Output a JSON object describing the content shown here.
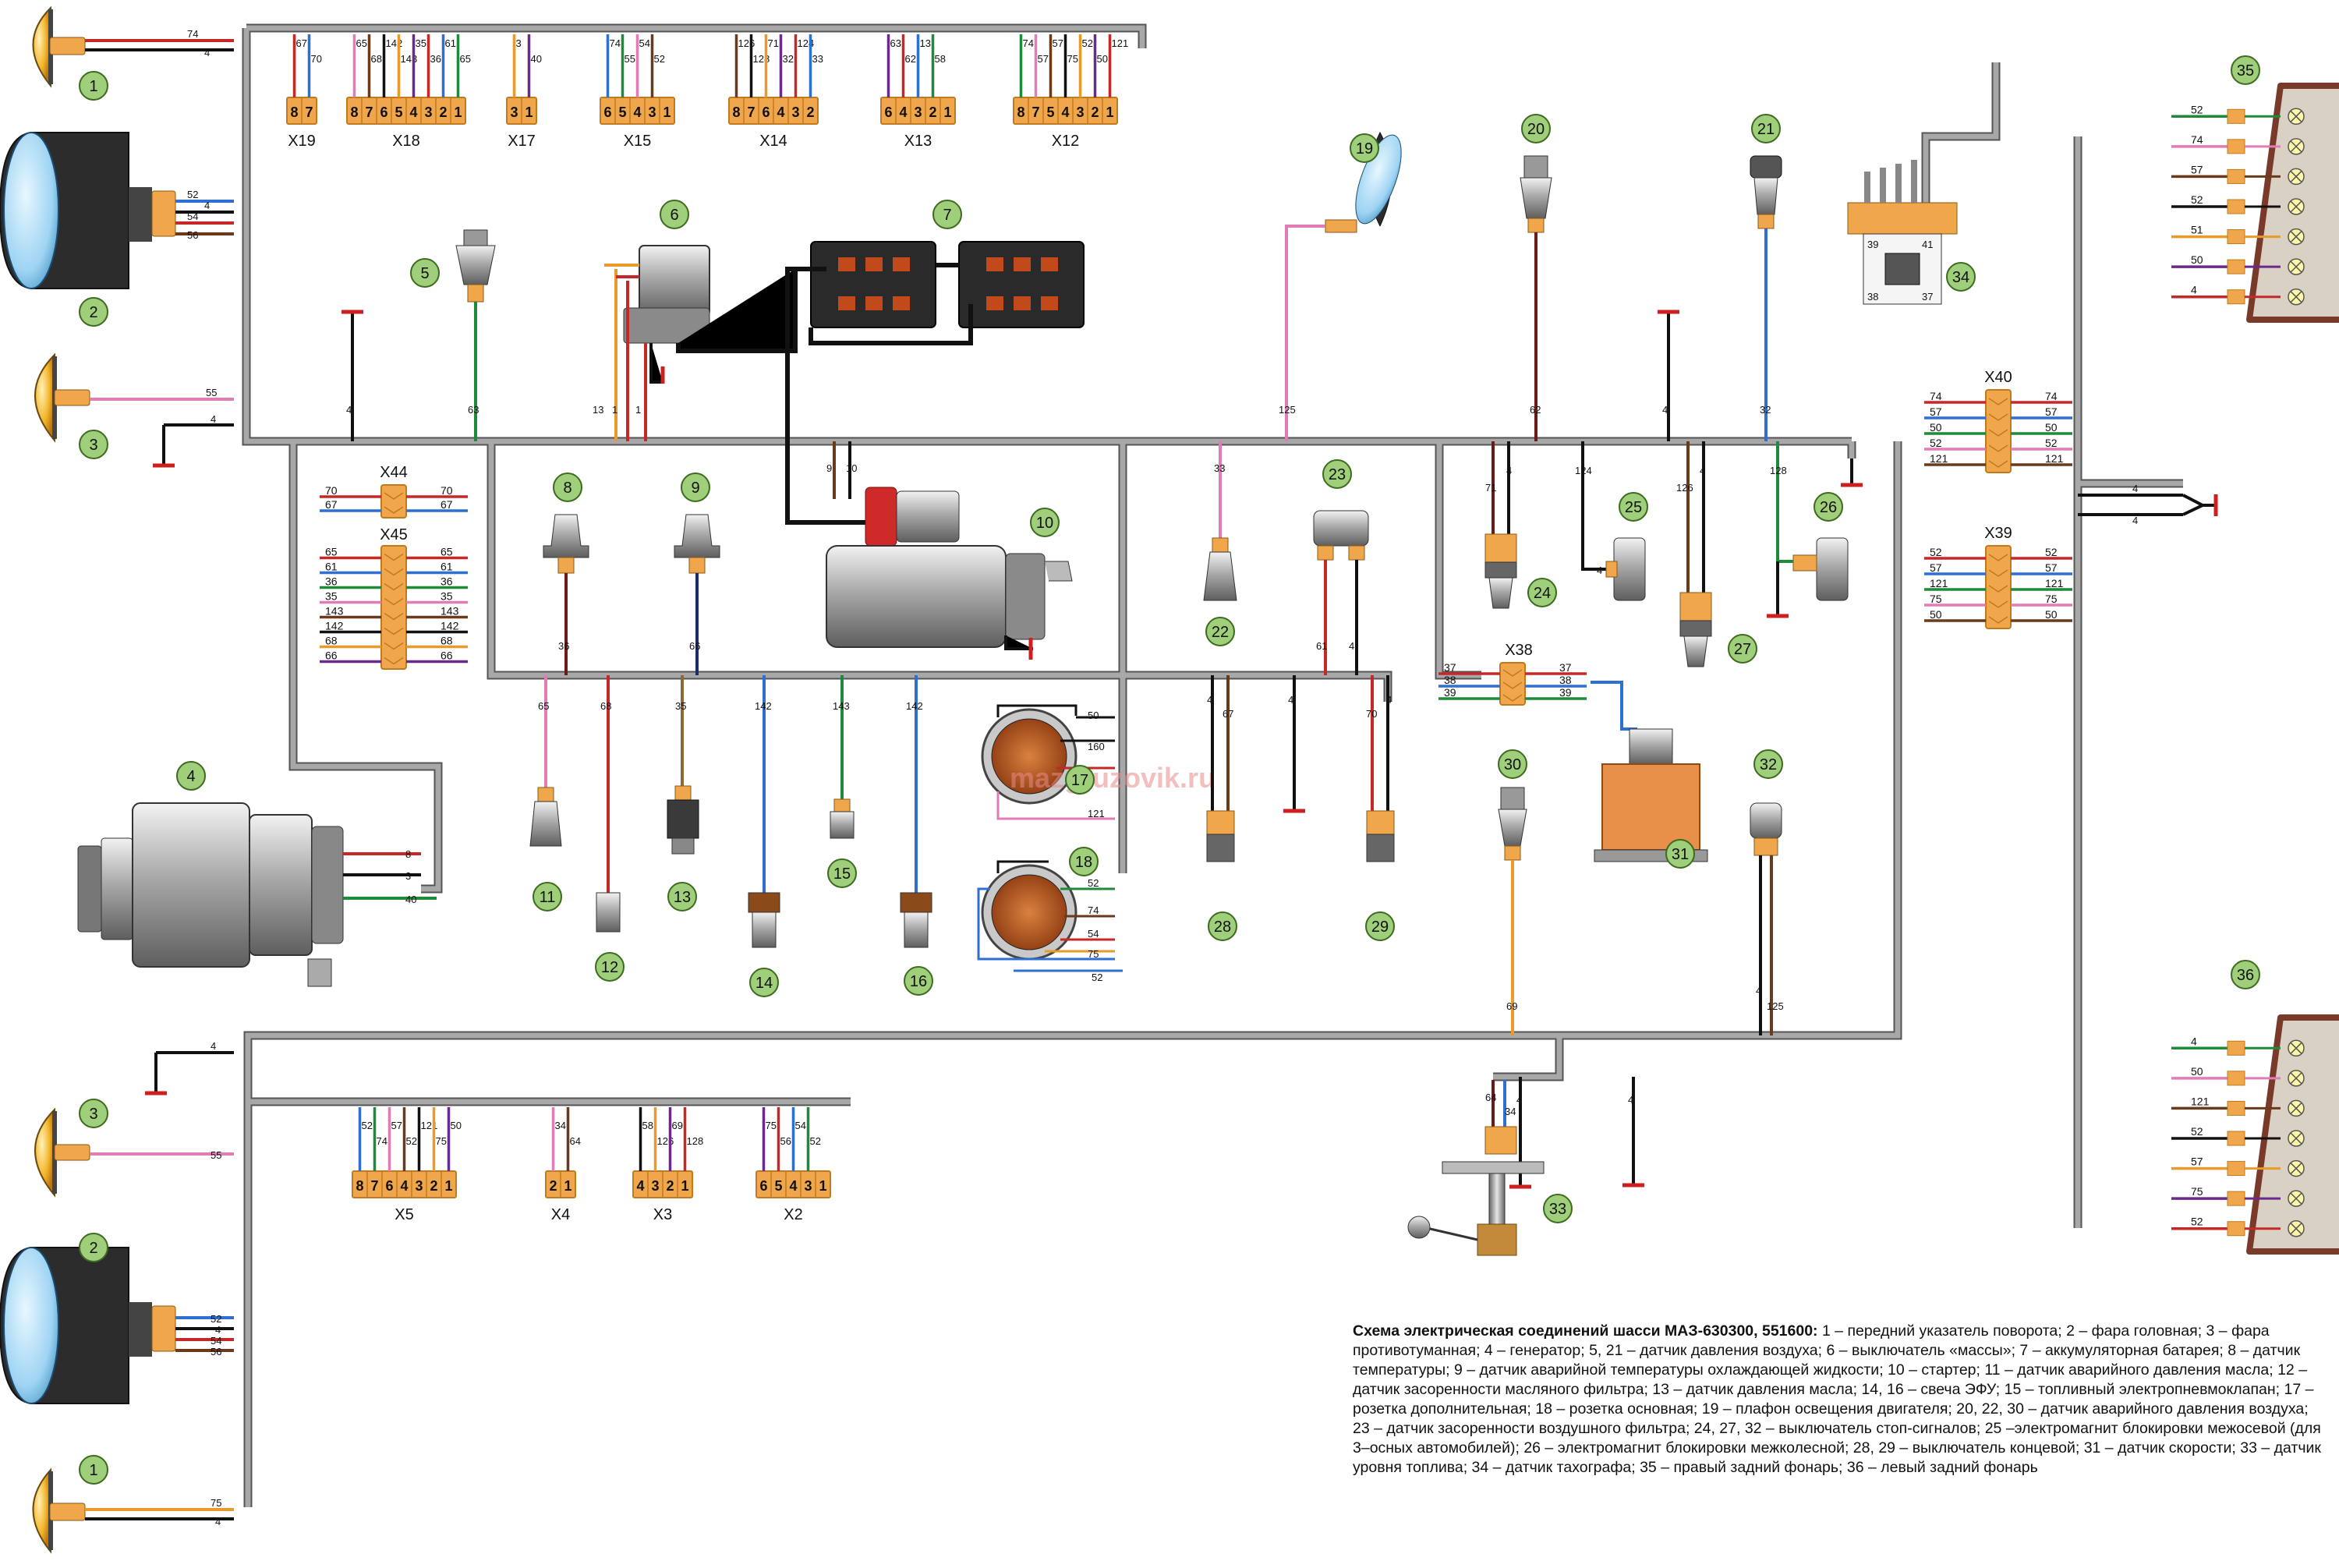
{
  "caption": {
    "title": "Схема электрическая соединений шасси МАЗ-630300, 551600:",
    "body": "1 – передний указатель поворота; 2 – фара головная; 3 – фара противотуманная; 4 – генератор; 5, 21 – датчик давления воздуха; 6 – выключатель «массы»; 7 – аккумуляторная батарея; 8 – датчик температуры; 9 – датчик аварийной температуры охлаждающей жидкости; 10 – стартер; 11 – датчик аварийного давления масла; 12 – датчик засоренности масляного фильтра; 13 – датчик давления масла; 14, 16 – свеча ЭФУ; 15 – топливный электропневмоклапан; 17 – розетка дополнительная; 18 – розетка основная; 19 – плафон освещения двигателя; 20, 22, 30 – датчик аварийного давления воздуха; 23 – датчик засоренности воздушного фильтра; 24, 27, 32 – выключатель стоп-сигналов; 25 –электромагнит блокировки межосевой (для 3–осных автомобилей); 26 – электромагнит блокировки межколесной; 28, 29 – выключатель концевой; 31 – датчик скорости; 33 – датчик уровня топлива; 34 – датчик тахографа; 35 – правый задний фонарь; 36 – левый задний фонарь"
  },
  "watermark": "mazgruzovik.ru",
  "top_connectors": [
    {
      "name": "X19",
      "cells": [
        "8",
        "7"
      ],
      "top": [
        "67",
        "70"
      ]
    },
    {
      "name": "X18",
      "cells": [
        "8",
        "7",
        "6",
        "5",
        "4",
        "3",
        "2",
        "1"
      ],
      "top": [
        "65",
        "68",
        "142",
        "143",
        "35",
        "36",
        "61",
        "65"
      ]
    },
    {
      "name": "X17",
      "cells": [
        "3",
        "1"
      ],
      "top": [
        "3",
        "40"
      ]
    },
    {
      "name": "X15",
      "cells": [
        "6",
        "5",
        "4",
        "3",
        "1"
      ],
      "top": [
        "74",
        "55",
        "54",
        "52"
      ]
    },
    {
      "name": "X14",
      "cells": [
        "8",
        "7",
        "6",
        "4",
        "3",
        "2"
      ],
      "top": [
        "126",
        "128",
        "71",
        "32",
        "124",
        "33"
      ]
    },
    {
      "name": "X13",
      "cells": [
        "6",
        "4",
        "3",
        "2",
        "1"
      ],
      "top": [
        "63",
        "62",
        "13",
        "58"
      ]
    },
    {
      "name": "X12",
      "cells": [
        "8",
        "7",
        "5",
        "4",
        "3",
        "2",
        "1"
      ],
      "top": [
        "74",
        "57",
        "57",
        "75",
        "52",
        "50",
        "121"
      ]
    }
  ],
  "bottom_connectors": [
    {
      "name": "X5",
      "cells": [
        "8",
        "7",
        "6",
        "4",
        "3",
        "2",
        "1"
      ],
      "top": [
        "52",
        "74",
        "57",
        "52",
        "121",
        "75",
        "50"
      ]
    },
    {
      "name": "X4",
      "cells": [
        "2",
        "1"
      ],
      "top": [
        "34",
        "64"
      ]
    },
    {
      "name": "X3",
      "cells": [
        "4",
        "3",
        "2",
        "1"
      ],
      "top": [
        "58",
        "126",
        "69",
        "128"
      ]
    },
    {
      "name": "X2",
      "cells": [
        "6",
        "5",
        "4",
        "3",
        "1"
      ],
      "top": [
        "75",
        "56",
        "54",
        "52"
      ]
    }
  ],
  "junctions": {
    "X44": {
      "name": "X44",
      "wires": [
        "70",
        "67"
      ]
    },
    "X45": {
      "name": "X45",
      "wires": [
        "65",
        "61",
        "36",
        "35",
        "143",
        "142",
        "68",
        "66"
      ]
    },
    "X38": {
      "name": "X38",
      "wires": [
        "37",
        "38",
        "39"
      ]
    },
    "X40": {
      "name": "X40",
      "wires": [
        "74",
        "57",
        "50",
        "52",
        "121"
      ]
    },
    "X39": {
      "name": "X39",
      "wires": [
        "52",
        "57",
        "121",
        "75",
        "50"
      ]
    }
  },
  "lamps_right_top": [
    "52",
    "74",
    "57",
    "52",
    "51",
    "50",
    "4"
  ],
  "lamps_right_bottom": [
    "4",
    "50",
    "121",
    "52",
    "57",
    "75",
    "52"
  ],
  "x34_pins": [
    "39",
    "41",
    "38",
    "37"
  ],
  "components": [
    "1",
    "2",
    "3",
    "4",
    "5",
    "6",
    "7",
    "8",
    "9",
    "10",
    "11",
    "12",
    "13",
    "14",
    "15",
    "16",
    "17",
    "18",
    "19",
    "20",
    "21",
    "22",
    "23",
    "24",
    "25",
    "26",
    "27",
    "28",
    "29",
    "30",
    "31",
    "32",
    "33",
    "34",
    "35",
    "36"
  ],
  "wire_labels": {
    "c1_top": [
      "74",
      "4"
    ],
    "c2_top": [
      "52",
      "4",
      "54",
      "56"
    ],
    "c3_top": [
      "55",
      "4"
    ],
    "c3_bot": [
      "4",
      "55"
    ],
    "c2_bot": [
      "52",
      "4",
      "54",
      "56"
    ],
    "c1_bot": [
      "75",
      "4"
    ],
    "gen": [
      "8",
      "3",
      "40"
    ],
    "s17": [
      "50",
      "160",
      "121"
    ],
    "s18": [
      "52",
      "74",
      "54",
      "75",
      "52"
    ],
    "misc": [
      "63",
      "13",
      "1",
      "4",
      "9",
      "10",
      "33",
      "125",
      "62",
      "32",
      "4",
      "71",
      "4",
      "124",
      "126",
      "4",
      "128",
      "36",
      "66",
      "65",
      "68",
      "35",
      "142",
      "143",
      "142",
      "4",
      "67",
      "4",
      "70",
      "4",
      "61",
      "4",
      "69",
      "4",
      "125",
      "64",
      "34",
      "4",
      "4",
      "4"
    ]
  },
  "colors": {
    "harness": "#9a9a9a",
    "harness_edge": "#555555",
    "connector": "#f0a64a",
    "connector_dark": "#c27a1e",
    "ground": "#cc1f1f",
    "wire_red": "#c62828",
    "wire_blue": "#2f6fd1",
    "wire_green": "#1f8a3a",
    "wire_pink": "#e27cb6",
    "wire_brown": "#6b3a1a",
    "wire_black": "#111111",
    "wire_orange": "#e89a2b",
    "wire_purple": "#6a2a8a"
  }
}
